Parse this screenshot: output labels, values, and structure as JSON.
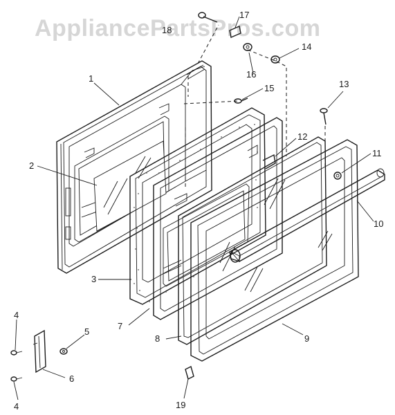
{
  "watermark": "AppliancePartsPros.com",
  "callouts": [
    {
      "id": "c1",
      "label": "1"
    },
    {
      "id": "c2",
      "label": "2"
    },
    {
      "id": "c3",
      "label": "3"
    },
    {
      "id": "c4a",
      "label": "4"
    },
    {
      "id": "c4b",
      "label": "4"
    },
    {
      "id": "c5",
      "label": "5"
    },
    {
      "id": "c6",
      "label": "6"
    },
    {
      "id": "c7",
      "label": "7"
    },
    {
      "id": "c8",
      "label": "8"
    },
    {
      "id": "c9",
      "label": "9"
    },
    {
      "id": "c10",
      "label": "10"
    },
    {
      "id": "c11",
      "label": "11"
    },
    {
      "id": "c12",
      "label": "12"
    },
    {
      "id": "c13",
      "label": "13"
    },
    {
      "id": "c14",
      "label": "14"
    },
    {
      "id": "c15",
      "label": "15"
    },
    {
      "id": "c16",
      "label": "16"
    },
    {
      "id": "c17",
      "label": "17"
    },
    {
      "id": "c18",
      "label": "18"
    },
    {
      "id": "c19",
      "label": "19"
    }
  ]
}
